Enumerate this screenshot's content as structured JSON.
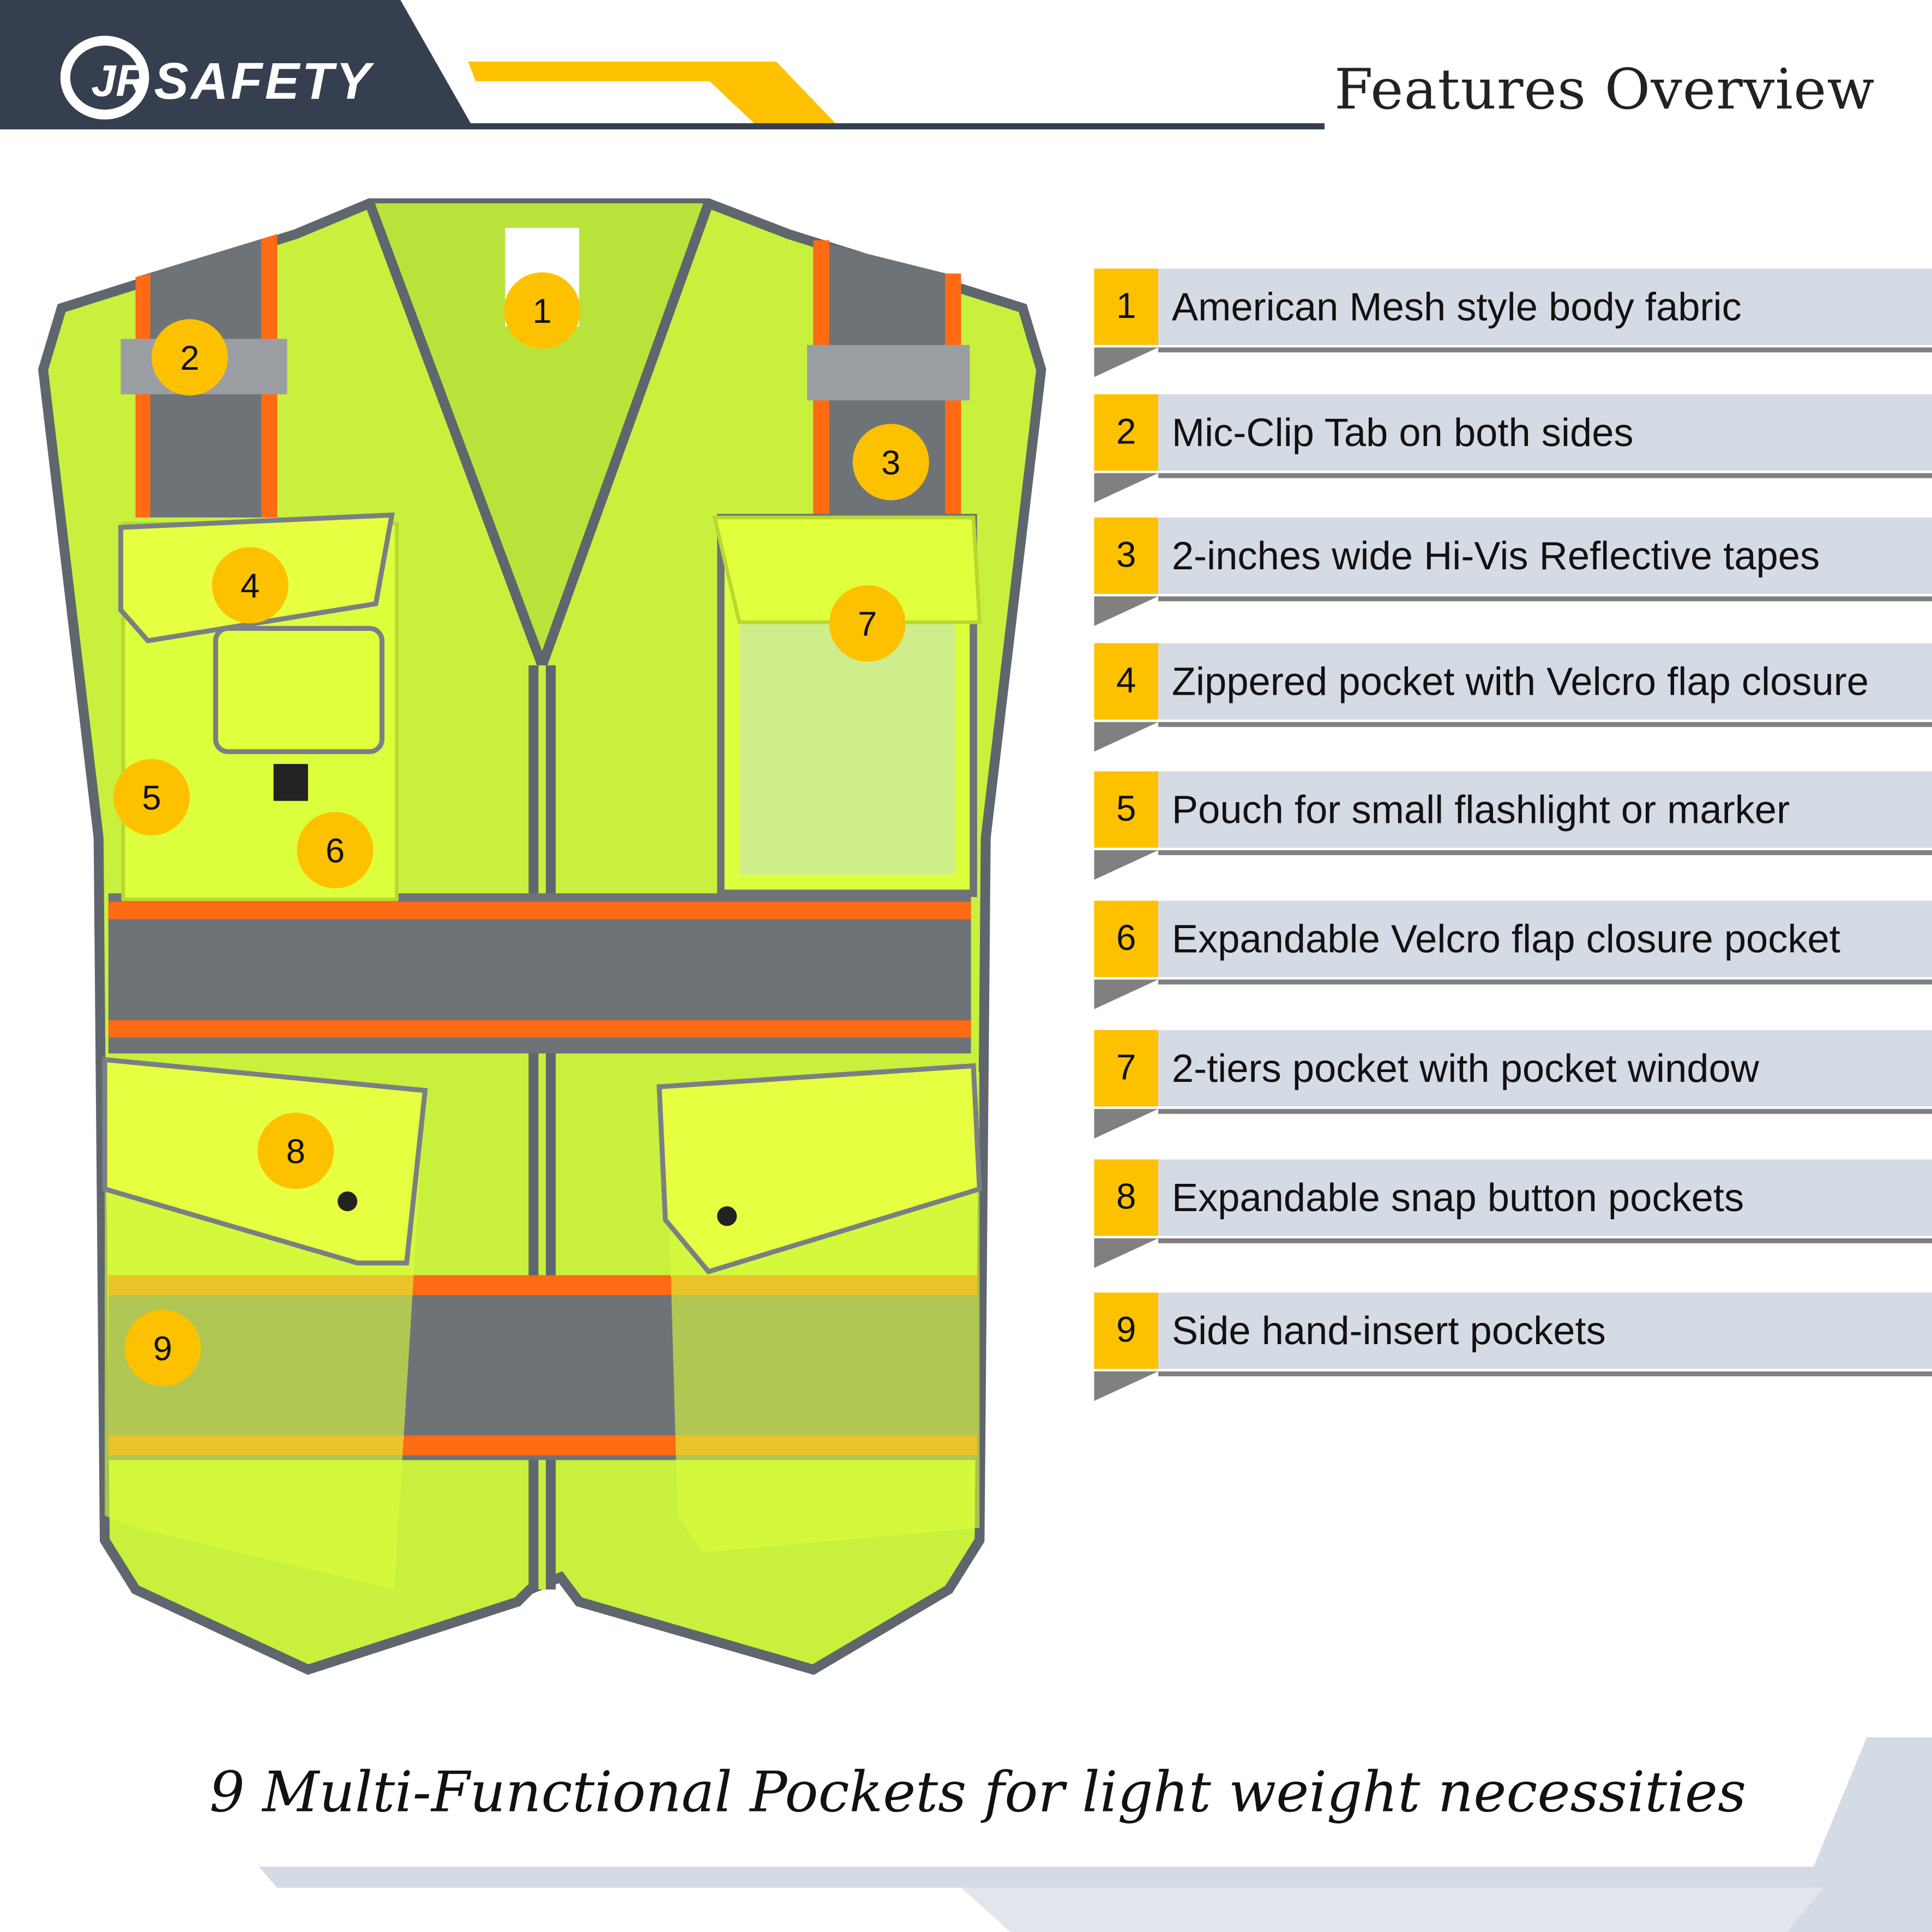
{
  "brand": {
    "logo_text": "JR SAFETY"
  },
  "header": {
    "title": "Features Overview"
  },
  "colors": {
    "header_dark": "#353f4f",
    "accent_yellow": "#fdc100",
    "band_gray": "#d5dbe5",
    "vest_lime": "#c8f03c",
    "reflective_orange": "#ff6a13",
    "reflective_gray": "#6e7378"
  },
  "features": [
    {
      "number": "1",
      "text": "American Mesh style body fabric"
    },
    {
      "number": "2",
      "text": "Mic-Clip Tab on both sides"
    },
    {
      "number": "3",
      "text": "2-inches wide Hi-Vis Reflective tapes"
    },
    {
      "number": "4",
      "text": "Zippered pocket with Velcro flap closure"
    },
    {
      "number": "5",
      "text": "Pouch for small flashlight or marker"
    },
    {
      "number": "6",
      "text": "Expandable Velcro flap closure pocket"
    },
    {
      "number": "7",
      "text": "2-tiers pocket with pocket window"
    },
    {
      "number": "8",
      "text": "Expandable snap button pockets"
    },
    {
      "number": "9",
      "text": "Side hand-insert pockets"
    }
  ],
  "tagline": "9 Multi-Functional Pockets for light weight necessities"
}
